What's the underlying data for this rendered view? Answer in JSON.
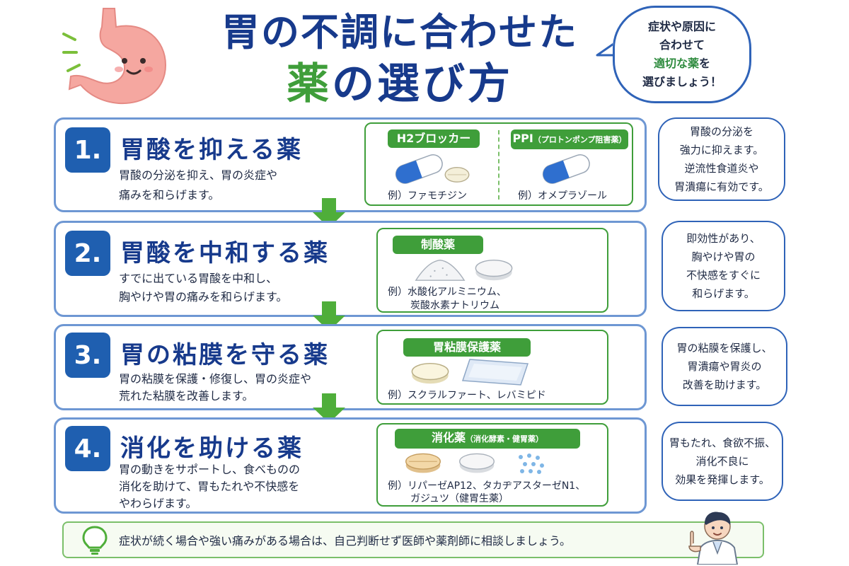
{
  "header": {
    "title_line1": "胃の不調に合わせた",
    "title_line2_green": "薬",
    "title_line2_rest": "の選び方",
    "bubble": {
      "line1": "症状や原因に",
      "line2": "合わせて",
      "line3_highlight": "適切な薬",
      "line3_rest": "を",
      "line4": "選びましょう！"
    }
  },
  "sections": [
    {
      "number": "1.",
      "title": "胃酸を抑える薬",
      "desc1": "胃酸の分泌を抑え、胃の炎症や",
      "desc2": "痛みを和らげます。",
      "labels": [
        "H2ブロッカー"
      ],
      "label2_main": "PPI",
      "label2_small": "（プロトンポンプ阻害薬）",
      "examples": [
        "例）ファモチジン",
        "例）オメプラゾール"
      ],
      "bubble": [
        "胃酸の分泌を",
        "強力に抑えます。",
        "逆流性食道炎や",
        "胃潰瘍に有効です。"
      ]
    },
    {
      "number": "2.",
      "title": "胃酸を中和する薬",
      "desc1": "すでに出ている胃酸を中和し、",
      "desc2": "胸やけや胃の痛みを和らげます。",
      "label": "制酸薬",
      "example1": "例）水酸化アルミニウム、",
      "example2": "炭酸水素ナトリウム",
      "bubble": [
        "即効性があり、",
        "胸やけや胃の",
        "不快感をすぐに",
        "和らげます。"
      ]
    },
    {
      "number": "3.",
      "title": "胃の粘膜を守る薬",
      "desc1": "胃の粘膜を保護・修復し、胃の炎症や",
      "desc2": "荒れた粘膜を改善します。",
      "label": "胃粘膜保護薬",
      "example1": "例）スクラルファート、レバミピド",
      "bubble": [
        "胃の粘膜を保護し、",
        "胃潰瘍や胃炎の",
        "改善を助けます。"
      ]
    },
    {
      "number": "4.",
      "title": "消化を助ける薬",
      "desc1": "胃の動きをサポートし、食べものの",
      "desc2": "消化を助けて、胃もたれや不快感を",
      "desc3": "やわらげます。",
      "label_main": "消化薬",
      "label_small": "（消化酵素・健胃薬）",
      "example1": "例）リパーゼAP12、タカヂアスターゼN1、",
      "example2": "ガジュツ（健胃生薬）",
      "bubble": [
        "胃もたれ、食欲不振、",
        "消化不良に",
        "効果を発揮します。"
      ]
    }
  ],
  "footer": {
    "text": "症状が続く場合や強い痛みがある場合は、自己判断せず医師や薬剤師に相談しましょう。"
  },
  "colors": {
    "navy": "#173a8c",
    "blue": "#1f5fb0",
    "green": "#3f9e3a",
    "border_blue": "#6e97d3"
  },
  "icons": [
    "stomach-character-icon",
    "capsule-icon",
    "tablet-icon",
    "powder-icon",
    "sachet-icon",
    "granules-icon",
    "down-arrow-icon",
    "lightbulb-icon",
    "pharmacist-icon"
  ]
}
